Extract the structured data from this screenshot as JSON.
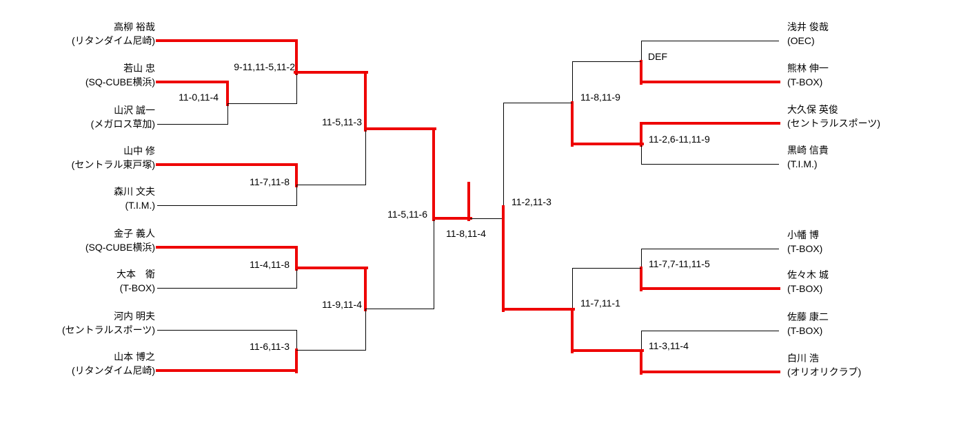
{
  "colors": {
    "winner_path": "#ee0000",
    "line": "#000000",
    "background": "#ffffff"
  },
  "champion": "高柳 裕哉",
  "players_left": [
    {
      "name": "高柳 裕哉",
      "club": "(リタンダイム尼崎)"
    },
    {
      "name": "若山 忠",
      "club": "(SQ-CUBE横浜)"
    },
    {
      "name": "山沢 誠一",
      "club": "(メガロス草加)"
    },
    {
      "name": "山中 修",
      "club": "(セントラル東戸塚)"
    },
    {
      "name": "森川 文夫",
      "club": "(T.I.M.)"
    },
    {
      "name": "金子 義人",
      "club": "(SQ-CUBE横浜)"
    },
    {
      "name": "大本　衛",
      "club": "(T-BOX)"
    },
    {
      "name": "河内 明夫",
      "club": "(セントラルスポーツ)"
    },
    {
      "name": "山本 博之",
      "club": "(リタンダイム尼崎)"
    }
  ],
  "players_right": [
    {
      "name": "浅井 俊哉",
      "club": "(OEC)"
    },
    {
      "name": "熊林 伸一",
      "club": "(T-BOX)"
    },
    {
      "name": "大久保 英俊",
      "club": "(セントラルスポーツ)"
    },
    {
      "name": "黒崎 信貴",
      "club": "(T.I.M.)"
    },
    {
      "name": "小幡 博",
      "club": "(T-BOX)"
    },
    {
      "name": "佐々木 城",
      "club": "(T-BOX)"
    },
    {
      "name": "佐藤 康二",
      "club": "(T-BOX)"
    },
    {
      "name": "白川 浩",
      "club": "(オリオリクラブ)"
    }
  ],
  "matches": {
    "left_play_in": {
      "score": "11-0,11-4",
      "winner": "若山 忠"
    },
    "left_r1_top": {
      "score": "9-11,11-5,11-2",
      "winner": "高柳 裕哉"
    },
    "left_r1_mid": {
      "score": "11-7,11-8",
      "winner": "山中 修"
    },
    "left_r1_low": {
      "score": "11-4,11-8",
      "winner": "金子 義人"
    },
    "left_r1_bottom": {
      "score": "11-6,11-3",
      "winner": "山本 博之"
    },
    "left_qf_top": {
      "score": "11-5,11-3",
      "winner": "高柳 裕哉"
    },
    "left_qf_bottom": {
      "score": "11-9,11-4",
      "winner": "金子 義人"
    },
    "left_sf": {
      "score": "11-5,11-6",
      "winner": "高柳 裕哉"
    },
    "final": {
      "score": "11-8,11-4",
      "winner": "高柳 裕哉"
    },
    "right_sf": {
      "score": "11-2,11-3",
      "winner": "白川 浩"
    },
    "right_qf_top": {
      "score": "11-8,11-9",
      "winner": "大久保 英俊"
    },
    "right_qf_bottom": {
      "score": "11-7,11-1",
      "winner": "白川 浩"
    },
    "right_r1_m1": {
      "score": "DEF",
      "winner": "熊林 伸一"
    },
    "right_r1_m2": {
      "score": "11-2,6-11,11-9",
      "winner": "大久保 英俊"
    },
    "right_r1_m3": {
      "score": "11-7,7-11,11-5",
      "winner": "佐々木 城"
    },
    "right_r1_m4": {
      "score": "11-3,11-4",
      "winner": "白川 浩"
    }
  }
}
